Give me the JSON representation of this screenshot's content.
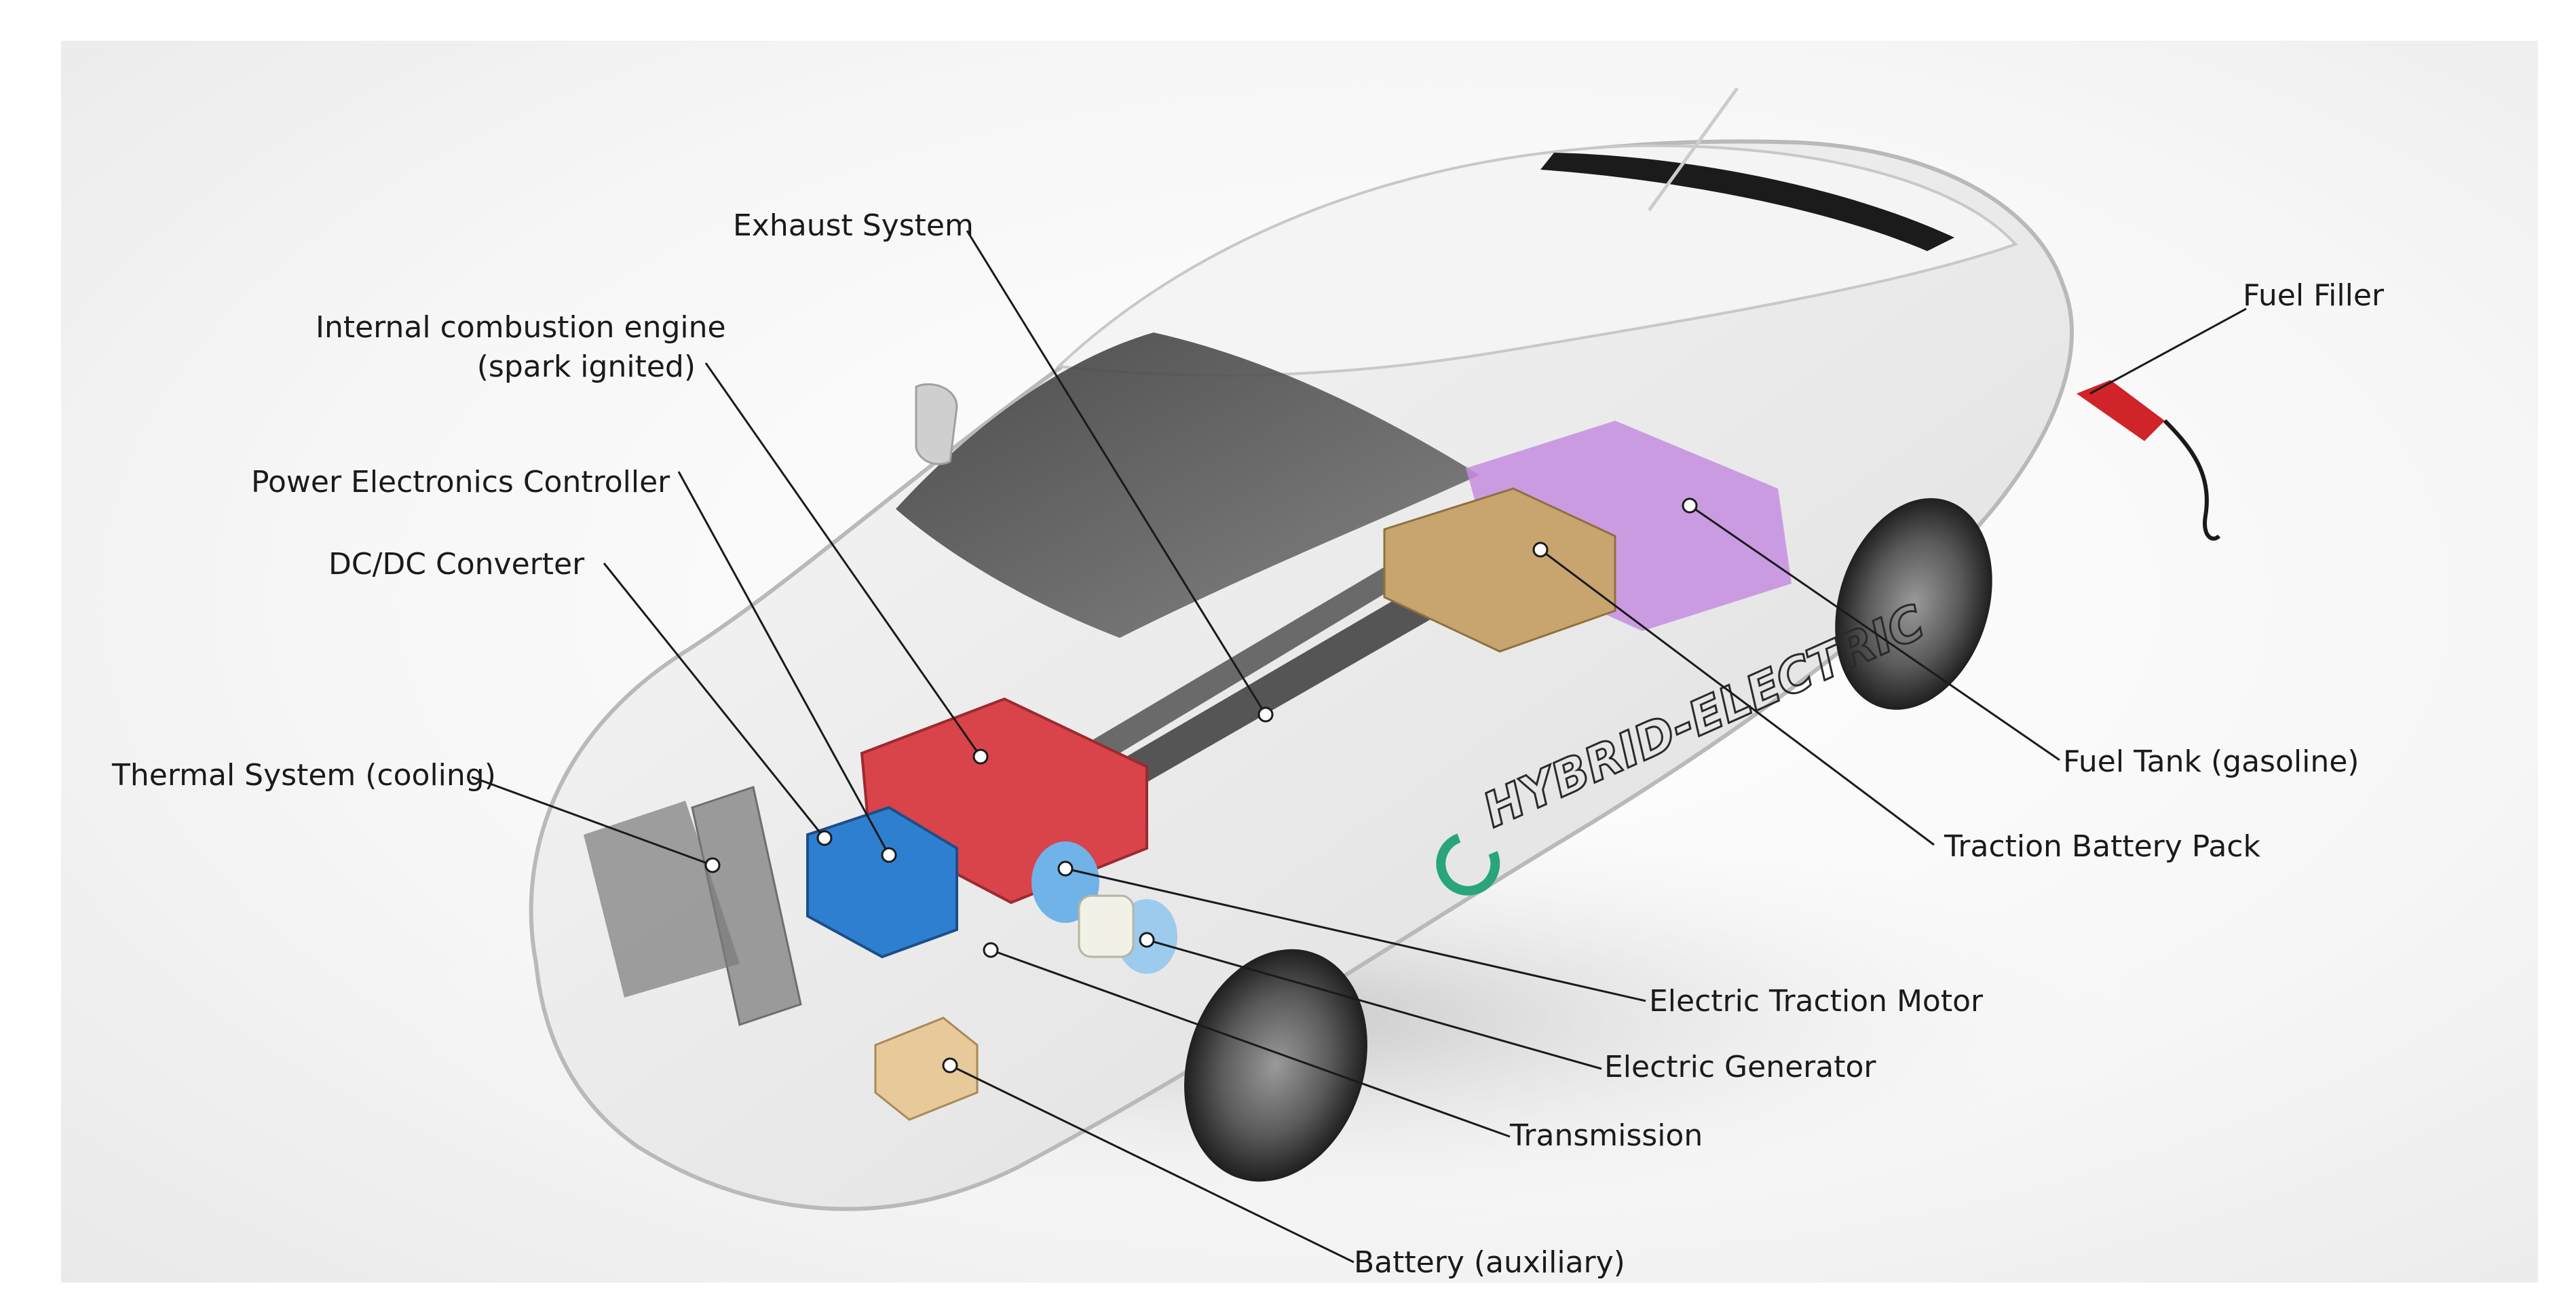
{
  "diagram": {
    "badge_text": "HYBRID-ELECTRIC",
    "colors": {
      "car_body": "#eeeeee",
      "engine": "#d9434a",
      "traction_battery": "#c8a46e",
      "fuel_tank": "#c58de0",
      "dcdc_converter": "#2f7fd0",
      "motor": "#6fb3e8",
      "fuel_filler": "#d02428",
      "leader_line": "#1a1a1a"
    },
    "labels": {
      "exhaust_system": "Exhaust System",
      "ice_line1": "Internal combustion engine",
      "ice_line2": "(spark ignited)",
      "power_electronics": "Power Electronics Controller",
      "dcdc_converter": "DC/DC Converter",
      "thermal_system": "Thermal System (cooling)",
      "fuel_filler": "Fuel Filler",
      "fuel_tank": "Fuel Tank (gasoline)",
      "traction_battery": "Traction Battery Pack",
      "traction_motor": "Electric Traction Motor",
      "generator": "Electric Generator",
      "transmission": "Transmission",
      "aux_battery": "Battery (auxiliary)"
    }
  }
}
